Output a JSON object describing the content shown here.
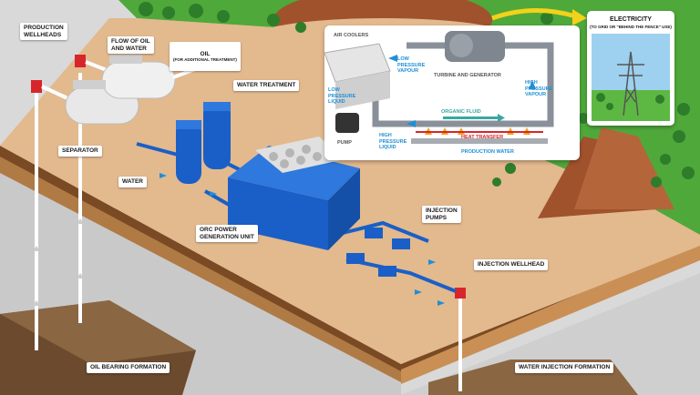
{
  "labels": {
    "production_wellheads": "PRODUCTION\nWELLHEADS",
    "flow_oil_water": "FLOW OF OIL\nAND WATER",
    "oil": "OIL",
    "oil_sub": "(FOR ADDITIONAL TREATMENT)",
    "water_treatment": "WATER TREATMENT",
    "separator": "SEPARATOR",
    "water": "WATER",
    "orc_unit": "ORC POWER\nGENERATION UNIT",
    "injection_pumps": "INJECTION\nPUMPS",
    "injection_wellhead": "INJECTION WELLHEAD",
    "oil_bearing": "OIL BEARING FORMATION",
    "water_injection": "WATER INJECTION FORMATION"
  },
  "orc_panel": {
    "air_coolers": "AIR COOLERS",
    "low_pressure_vapour": "LOW\nPRESSURE\nVAPOUR",
    "turbine_generator": "TURBINE AND GENERATOR",
    "high_pressure_vapour": "HIGH\nPRESSURE\nVAPOUR",
    "low_pressure_liquid": "LOW\nPRESSURE\nLIQUID",
    "organic_fluid": "ORGANIC FLUID",
    "pump": "PUMP",
    "high_pressure_liquid": "HIGH\nPRESSURE\nLIQUID",
    "heat_transfer": "HEAT TRANSFER",
    "production_water": "PRODUCTION WATER"
  },
  "electricity_panel": {
    "title": "ELECTRICITY",
    "subtitle": "(TO GRID OR \"BEHIND THE FENCE\" USE)"
  },
  "colors": {
    "ground_top": "#e3b98e",
    "soil": "#8a5a2e",
    "grass": "#4fa83a",
    "pipe_blue": "#1a5fc7",
    "tank_white": "#f0f0f0",
    "accent_blue": "#1f8fd6",
    "heat_red": "#d7262b",
    "arrow_yellow": "#f2d21a"
  }
}
